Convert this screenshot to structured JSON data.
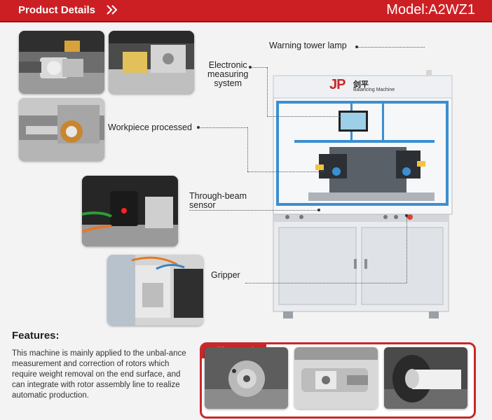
{
  "header": {
    "section_title": "Product Details",
    "model_label": "Model:A2WZ1"
  },
  "callouts": {
    "warning_lamp": "Warning tower lamp",
    "measuring_system": "Electronic\nmeasuring\nsystem",
    "workpiece": "Workpiece processed",
    "sensor": "Through-beam\nsensor",
    "gripper": "Gripper"
  },
  "machine": {
    "brand_logo": "JP",
    "brand_cn": "剑平",
    "brand_sub": "Balancing Machine"
  },
  "features": {
    "title": "Features:",
    "description": "This machine is mainly applied to the unbal-ance measurement and correction of rotors which require weight removal on the end surface, and can integrate with rotor assembly line to realize automatic production."
  },
  "drilling": {
    "label": "Drilling marks"
  },
  "colors": {
    "brand_red": "#cc1f24",
    "accent_red": "#c9282b",
    "frame_blue": "#3b8fd0"
  }
}
